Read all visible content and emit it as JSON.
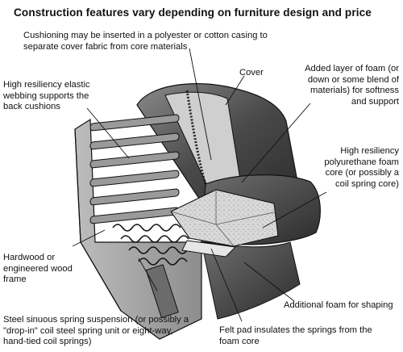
{
  "title": "Construction features vary depending on furniture design and price",
  "labels": {
    "cushioning": "Cushioning may be inserted in a polyester or cotton casing to separate cover fabric from core materials",
    "cover": "Cover",
    "added_foam": "Added layer of foam (or down or some blend of materials) for softness and support",
    "webbing": "High resiliency elastic webbing supports the back cushions",
    "hr_foam": "High resiliency polyurethane foam core (or possibly a coil spring core)",
    "frame": "Hardwood or engineered wood frame",
    "shaping": "Additional foam for shaping",
    "springs": "Steel sinuous spring suspension (or possibly a \"drop-in\" coil steel spring unit or eight-way, hand-tied coil springs)",
    "felt": "Felt pad insulates the springs from the foam core"
  },
  "colors": {
    "ink": "#111111",
    "shade_dark": "#2e2e2e",
    "shade_mid": "#7a7a7a",
    "shade_light": "#c9c9c9"
  }
}
